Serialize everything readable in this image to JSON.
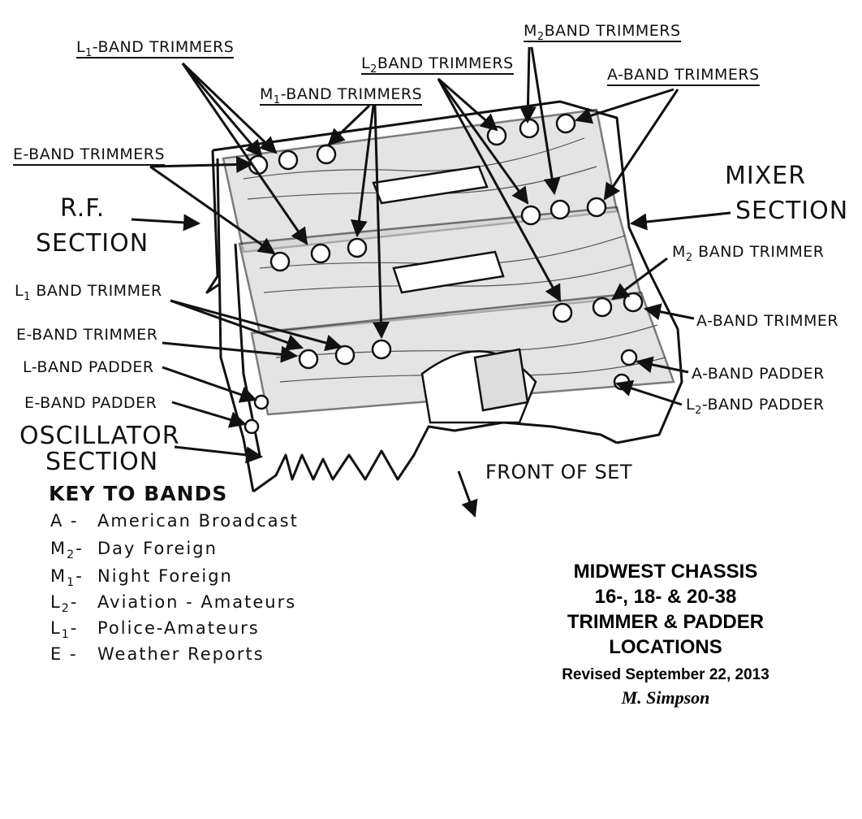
{
  "labels": {
    "l1_band_trimmers": {
      "pre": "L",
      "sub": "1",
      "post": "-BAND TRIMMERS"
    },
    "m2_band_trimmers": {
      "pre": "M",
      "sub": "2",
      "post": "BAND TRIMMERS"
    },
    "l2_band_trimmers": {
      "pre": "L",
      "sub": "2",
      "post": "BAND TRIMMERS"
    },
    "m1_band_trimmers": {
      "pre": "M",
      "sub": "1",
      "post": "-BAND TRIMMERS"
    },
    "a_band_trimmers": "A-BAND TRIMMERS",
    "e_band_trimmers": "E-BAND TRIMMERS",
    "rf_section": [
      "R.F.",
      "SECTION"
    ],
    "mixer_section": [
      "MIXER",
      "SECTION"
    ],
    "m2_band_trimmer": {
      "pre": "M",
      "sub": "2",
      "post": " BAND TRIMMER"
    },
    "l1_band_trimmer": {
      "pre": "L",
      "sub": "1",
      "post": " BAND TRIMMER"
    },
    "a_band_trimmer": "A-BAND TRIMMER",
    "e_band_trimmer": "E-BAND TRIMMER",
    "l_band_padder": "L-BAND PADDER",
    "a_band_padder": "A-BAND PADDER",
    "e_band_padder": "E-BAND PADDER",
    "l2_band_padder": {
      "pre": "L",
      "sub": "2",
      "post": "-BAND PADDER"
    },
    "oscillator_section": [
      "OSCILLATOR",
      "SECTION"
    ],
    "front_of_set": "FRONT OF SET"
  },
  "key": {
    "title": "KEY TO BANDS",
    "rows": [
      {
        "code_pre": "A",
        "code_sub": "",
        "text": "American Broadcast"
      },
      {
        "code_pre": "M",
        "code_sub": "2",
        "text": "Day Foreign"
      },
      {
        "code_pre": "M",
        "code_sub": "1",
        "text": "Night Foreign"
      },
      {
        "code_pre": "L",
        "code_sub": "2",
        "text": "Aviation - Amateurs"
      },
      {
        "code_pre": "L",
        "code_sub": "1",
        "text": "Police-Amateurs"
      },
      {
        "code_pre": "E",
        "code_sub": "",
        "text": "Weather Reports"
      }
    ]
  },
  "title_block": {
    "lines": [
      "MIDWEST CHASSIS",
      "16-, 18- & 20-38",
      "TRIMMER & PADDER",
      "LOCATIONS"
    ],
    "revised": "Revised September 22, 2013",
    "author": "M. Simpson"
  },
  "colors": {
    "ink": "#111111",
    "paper": "#ffffff",
    "wood": "#8a8a8a"
  }
}
